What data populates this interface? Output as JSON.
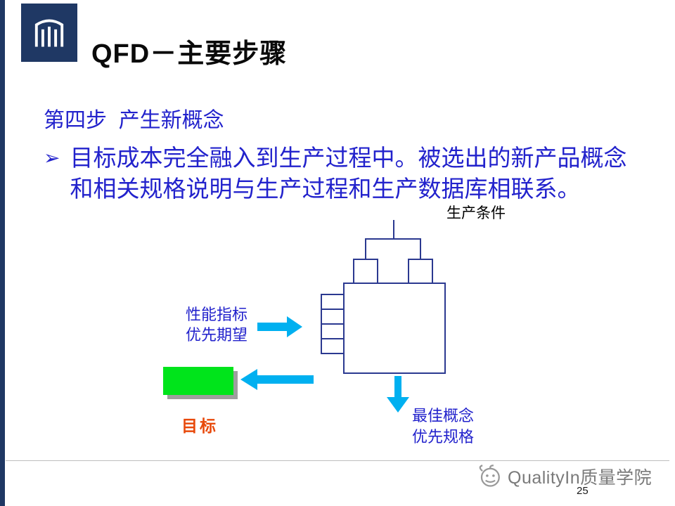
{
  "header": {
    "title": "QFD－主要步骤"
  },
  "content": {
    "step_title": "第四步  产生新概念",
    "bullet_marker": "➢",
    "bullet_text": "目标成本完全融入到生产过程中。被选出的新产品概念和相关规格说明与生产过程和生产数据库相联系。"
  },
  "diagram": {
    "top_label": "生产条件",
    "left_label_line1": "性能指标",
    "left_label_line2": "优先期望",
    "target_label": "目标",
    "output_label_line1": "最佳概念",
    "output_label_line2": "优先规格"
  },
  "footer": {
    "brand": "QualityIn质量学院",
    "page_number": "25"
  },
  "colors": {
    "navy": "#1F3864",
    "text_blue": "#2222CC",
    "diagram_border": "#2B3990",
    "arrow_cyan": "#00B0F0",
    "target_green": "#00E41B",
    "target_label_orange": "#E8490B",
    "footer_gray": "#7a7a7a"
  }
}
